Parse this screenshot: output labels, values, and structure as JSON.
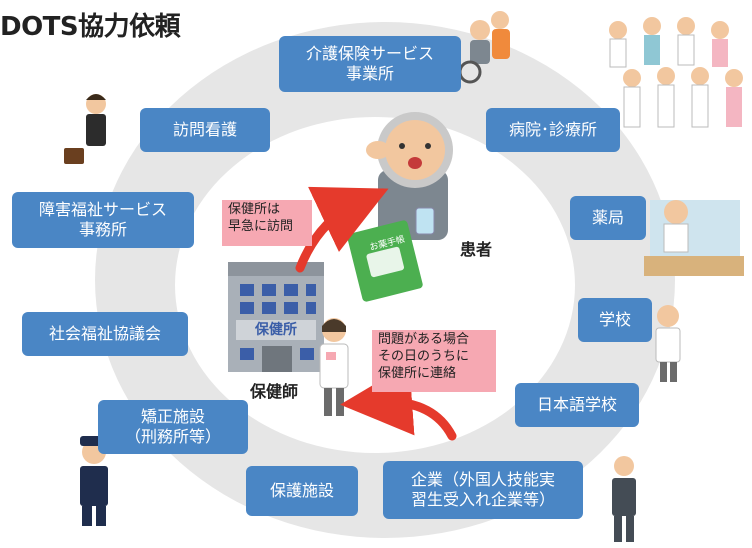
{
  "title": "DOTS協力依頼",
  "services": {
    "kaigo": "介護保険サービス\n事業所",
    "houmon": "訪問看護",
    "byoin": "病院･診療所",
    "shogai": "障害福祉サービス\n事務所",
    "yakkyoku": "薬局",
    "shakai": "社会福祉協議会",
    "gakko": "学校",
    "nihongo": "日本語学校",
    "kyosei": "矯正施設\n（刑務所等）",
    "hogo": "保護施設",
    "kigyo": "企業（外国人技能実\n習生受入れ企業等）"
  },
  "center": {
    "patient_label": "患者",
    "nurse_label": "保健師",
    "building_sign": "保健所",
    "book_text": "お薬手帳",
    "note_visit": "保健所は\n早急に訪問",
    "note_contact": "問題がある場合\nその日のうちに\n保健所に連絡"
  },
  "colors": {
    "box": "#4a86c5",
    "ring": "#e6e6e6",
    "note": "#f6a8b2",
    "arrow": "#e53a2c"
  }
}
